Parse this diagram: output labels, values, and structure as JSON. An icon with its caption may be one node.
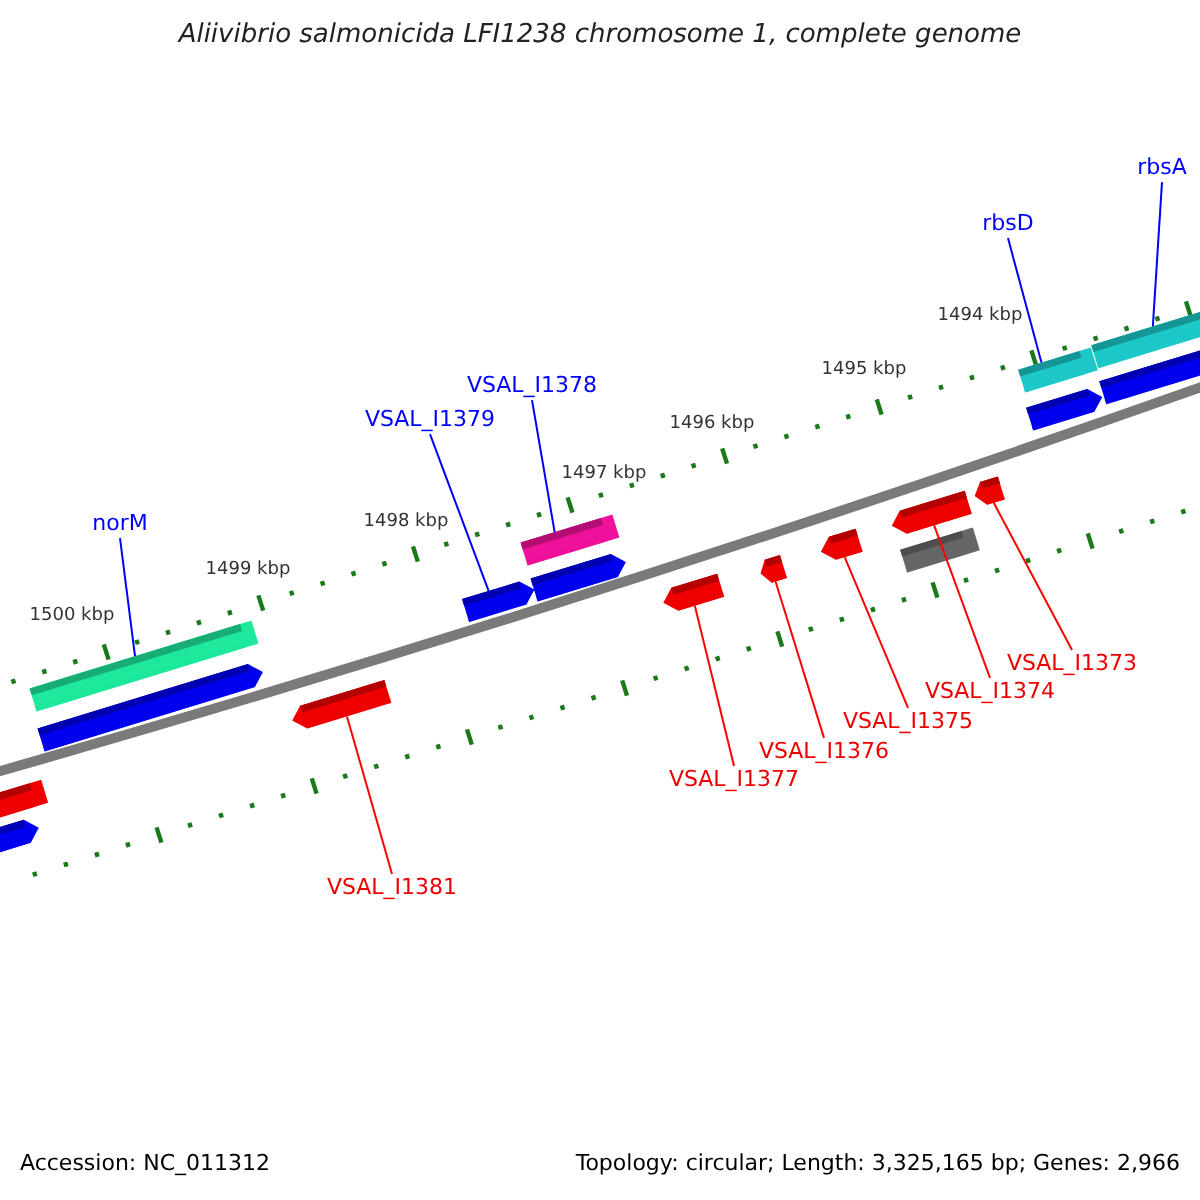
{
  "diagram": {
    "title": "Aliivibrio salmonicida LFI1238 chromosome 1, complete genome",
    "nodes": [
      {
        "text": [
          "norM"
        ]
      },
      {
        "text": [],
        "shape": "bar"
      },
      {
        "text": [
          "VSAL_I1379"
        ]
      },
      {
        "text": [],
        "shape": "arrow"
      },
      {
        "text": [
          "VSAL_I1378"
        ]
      },
      {
        "text": [],
        "shape": "bar"
      },
      {
        "text": [
          "rbsD"
        ]
      },
      {
        "text": [],
        "shape": "bar"
      },
      {
        "text": [
          "rbsA"
        ]
      },
      {
        "text": [],
        "shape": "bar"
      },
      {
        "text": [
          "VSAL_I1381"
        ]
      },
      {
        "text": [],
        "shape": "arrow"
      },
      {
        "text": [
          "VSAL_I1377"
        ]
      },
      {
        "text": [],
        "shape": "arrow"
      },
      {
        "text": [
          "VSAL_I1376"
        ]
      },
      {
        "text": [],
        "shape": "arrow"
      },
      {
        "text": [
          "VSAL_I1375"
        ]
      },
      {
        "text": [],
        "shape": "arrow"
      },
      {
        "text": [
          "VSAL_I1374"
        ]
      },
      {
        "text": [],
        "shape": "arrow"
      },
      {
        "text": [
          "VSAL_I1373"
        ]
      },
      {
        "text": [],
        "shape": "arrow"
      },
      {
        "text": [],
        "shape": "arrow"
      },
      {
        "text": [],
        "shape": "bar"
      },
      {
        "text": [],
        "shape": "arrow"
      },
      {
        "text": [],
        "shape": "arrow"
      },
      {
        "text": [],
        "shape": "bar"
      },
      {
        "text": [],
        "shape": "arrow"
      },
      {
        "text": [],
        "shape": "arrow"
      }
    ],
    "edges": [
      {
        "from": 0,
        "to": 1,
        "arrow": "none",
        "color": "#0000ff"
      },
      {
        "from": 2,
        "to": 3,
        "arrow": "none",
        "color": "#0000ff"
      },
      {
        "from": 4,
        "to": 5,
        "arrow": "none",
        "color": "#0000ff"
      },
      {
        "from": 6,
        "to": 7,
        "arrow": "none",
        "color": "#0000ff"
      },
      {
        "from": 8,
        "to": 9,
        "arrow": "none",
        "color": "#0000ff"
      },
      {
        "from": 10,
        "to": 11,
        "arrow": "none"
      },
      {
        "from": 12,
        "to": 13,
        "arrow": "none"
      },
      {
        "from": 14,
        "to": 15,
        "arrow": "none"
      },
      {
        "from": 16,
        "to": 17,
        "arrow": "none"
      },
      {
        "from": 18,
        "to": 19,
        "arrow": "none"
      },
      {
        "from": 20,
        "to": 21,
        "arrow": "none"
      }
    ],
    "labels": [
      "1500 kbp",
      "1499 kbp",
      "1498 kbp",
      "1497 kbp",
      "1496 kbp",
      "1495 kbp",
      "1494 kbp",
      "Accession: NC_011312",
      "Topology: circular; Length: 3,325,165 bp; Genes: 2,966"
    ]
  }
}
